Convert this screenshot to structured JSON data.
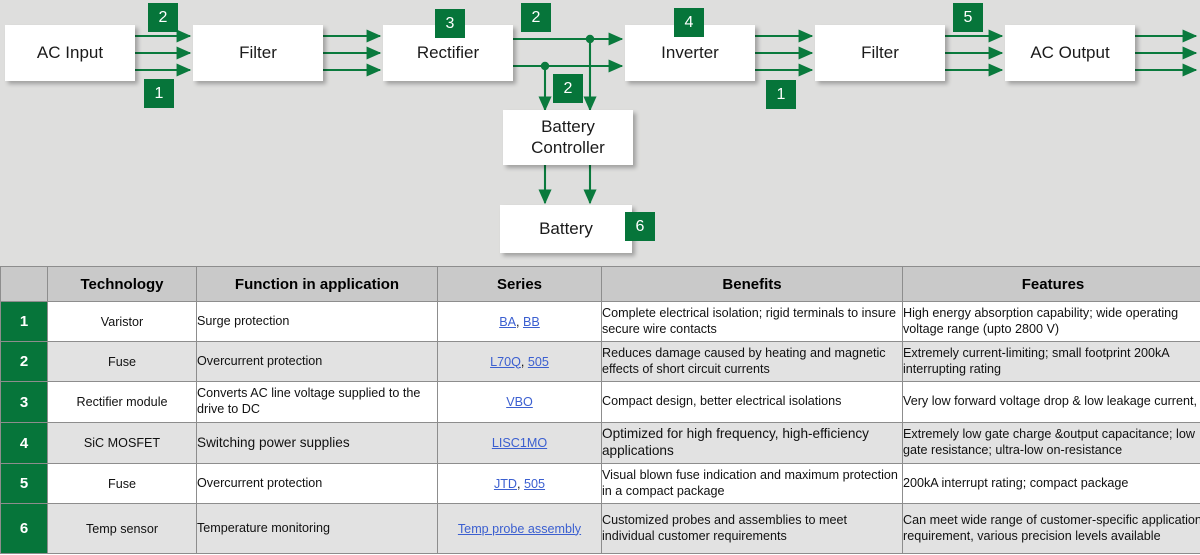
{
  "diagram": {
    "background_color": "#dededd",
    "accent_color": "#06753a",
    "blocks": [
      {
        "id": "ac-input",
        "label": "AC Input"
      },
      {
        "id": "filter-input",
        "label": "Filter"
      },
      {
        "id": "rectifier",
        "label": "Rectifier"
      },
      {
        "id": "inverter",
        "label": "Inverter"
      },
      {
        "id": "filter-output",
        "label": "Filter"
      },
      {
        "id": "ac-output",
        "label": "AC Output"
      },
      {
        "id": "battery-controller",
        "label": "Battery\nController"
      },
      {
        "id": "battery",
        "label": "Battery"
      }
    ],
    "badges": [
      {
        "id": "badge-ac-input-top",
        "label": "2"
      },
      {
        "id": "badge-ac-input-bottom",
        "label": "1"
      },
      {
        "id": "badge-rectifier",
        "label": "3"
      },
      {
        "id": "badge-dc-bus",
        "label": "2"
      },
      {
        "id": "badge-battery-branch",
        "label": "2"
      },
      {
        "id": "badge-inverter",
        "label": "4"
      },
      {
        "id": "badge-inverter-bottom",
        "label": "1"
      },
      {
        "id": "badge-filter-output",
        "label": "5"
      },
      {
        "id": "badge-battery",
        "label": "6"
      }
    ]
  },
  "table": {
    "headers": {
      "index": "",
      "technology": "Technology",
      "function": "Function in application",
      "series": "Series",
      "benefits": "Benefits",
      "features": "Features"
    },
    "rows": [
      {
        "index": "1",
        "technology": "Varistor",
        "function": "Surge protection",
        "series": [
          "BA",
          "BB"
        ],
        "benefits": "Complete electrical isolation; rigid terminals to insure secure wire contacts",
        "features": "High energy absorption capability; wide operating voltage range (upto 2800 V)"
      },
      {
        "index": "2",
        "technology": "Fuse",
        "function": "Overcurrent protection",
        "series": [
          "L70Q",
          "505"
        ],
        "benefits": "Reduces damage caused by heating and magnetic effects of short circuit currents",
        "features": "Extremely current-limiting; small footprint 200kA interrupting rating"
      },
      {
        "index": "3",
        "technology": "Rectifier module",
        "function": "Converts AC line voltage supplied to the drive to DC",
        "series": [
          "VBO"
        ],
        "benefits": "Compact design, better electrical isolations",
        "features": "Very low forward voltage drop & low leakage current,"
      },
      {
        "index": "4",
        "technology": "SiC MOSFET",
        "function": "Switching power supplies",
        "series": [
          "LISC1MO"
        ],
        "benefits": "Optimized for high frequency, high-efficiency applications",
        "features": "Extremely low gate charge &output capacitance; low gate resistance; ultra-low on-resistance"
      },
      {
        "index": "5",
        "technology": "Fuse",
        "function": "Overcurrent protection",
        "series": [
          "JTD",
          "505"
        ],
        "benefits": "Visual blown fuse indication and maximum protection in a compact package",
        "features": "200kA  interrupt rating; compact package"
      },
      {
        "index": "6",
        "technology": "Temp sensor",
        "function": "Temperature monitoring",
        "series": [
          "Temp probe assembly"
        ],
        "benefits": "Customized probes and assemblies to meet individual customer requirements",
        "features": "Can meet wide range of customer-specific application requirement, various precision levels available"
      }
    ],
    "colors": {
      "header_background": "#c9c9c9",
      "index_background": "#06753a",
      "alt_row_background": "#e2e2e2",
      "link_color": "#3b5fd0"
    }
  }
}
